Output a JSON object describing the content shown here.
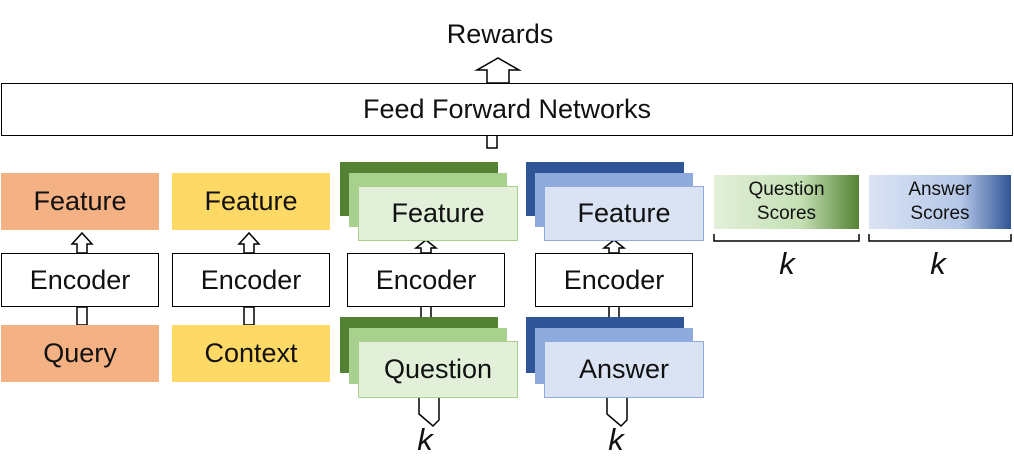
{
  "output": {
    "label": "Rewards"
  },
  "network": {
    "label": "Feed Forward Networks"
  },
  "columns": [
    {
      "input": "Query",
      "encoder": "Encoder",
      "feature": "Feature"
    },
    {
      "input": "Context",
      "encoder": "Encoder",
      "feature": "Feature"
    },
    {
      "input": "Question",
      "encoder": "Encoder",
      "feature": "Feature",
      "multiplicity": "k"
    },
    {
      "input": "Answer",
      "encoder": "Encoder",
      "feature": "Feature",
      "multiplicity": "k"
    }
  ],
  "scores": [
    {
      "line1": "Question",
      "line2": "Scores",
      "multiplicity": "k"
    },
    {
      "line1": "Answer",
      "line2": "Scores",
      "multiplicity": "k"
    }
  ],
  "colors": {
    "orange": "#f4b183",
    "yellow": "#ffd966",
    "green_dark": "#548235",
    "green_mid": "#a9d18e",
    "green_light": "#e2f0d9",
    "blue_dark": "#2f5597",
    "blue_mid": "#8faadc",
    "blue_light": "#dae3f3"
  }
}
